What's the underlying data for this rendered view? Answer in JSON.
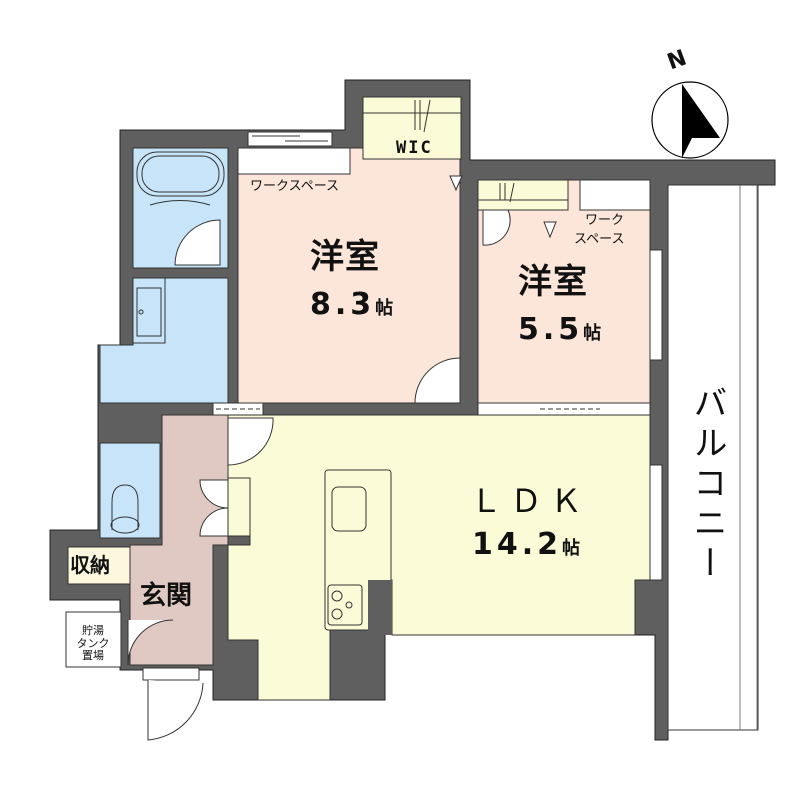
{
  "floorplan": {
    "colors": {
      "wall": "#5f5f5f",
      "western_room": "#fbe6d9",
      "ldk": "#fcfbd8",
      "wet_area": "#c8e4f8",
      "entrance": "#dfc9c2",
      "storage": "#fbf8de",
      "balcony": "#ffffff"
    },
    "compass": {
      "label": "N"
    },
    "rooms": {
      "bedroom1": {
        "name": "洋室",
        "size": "8.3",
        "unit": "帖",
        "workspace": "ワークスペース"
      },
      "bedroom2": {
        "name": "洋室",
        "size": "5.5",
        "unit": "帖",
        "workspace_line1": "ワーク",
        "workspace_line2": "スペース"
      },
      "ldk": {
        "name": "ＬＤＫ",
        "size": "14.2",
        "unit": "帖"
      },
      "wic": {
        "name": "WIC"
      },
      "entrance": {
        "name": "玄関"
      },
      "storage": {
        "name": "収納"
      },
      "water_heater": {
        "line1": "貯湯",
        "line2": "タンク",
        "line3": "置場"
      },
      "balcony": {
        "name": "バルコニー"
      }
    }
  }
}
